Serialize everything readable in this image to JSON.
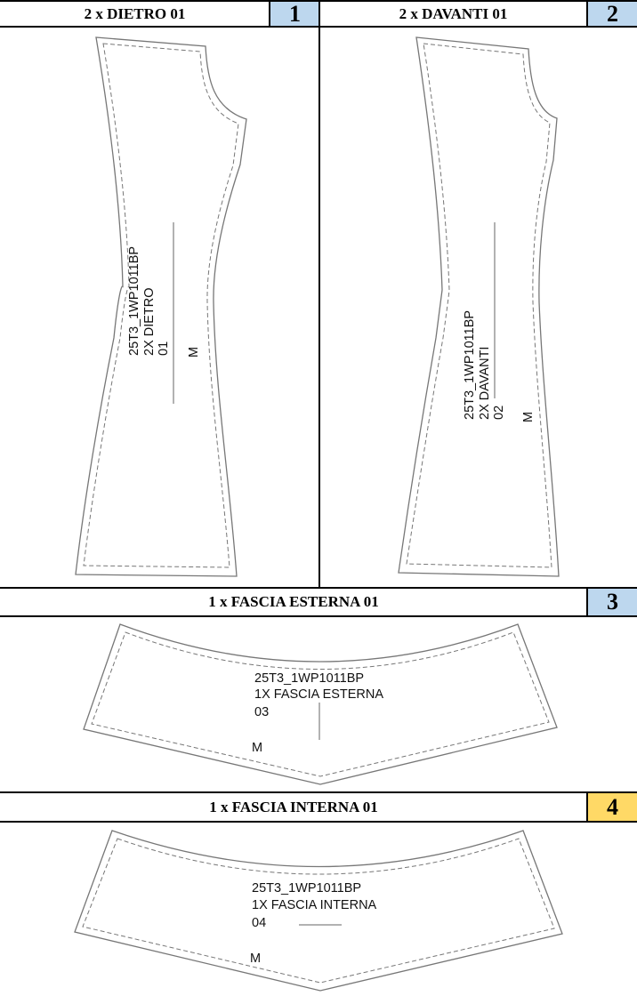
{
  "colors": {
    "badge_blue": "#bdd7ee",
    "badge_yellow": "#ffd966"
  },
  "sections": [
    {
      "title": "2 x DIETRO 01",
      "number": "1",
      "label_lines": [
        "25T3_1WP1011BP",
        "2X DIETRO",
        "01"
      ],
      "size": "M"
    },
    {
      "title": "2 x DAVANTI 01",
      "number": "2",
      "label_lines": [
        "25T3_1WP1011BP",
        "2X DAVANTI",
        "02"
      ],
      "size": "M"
    },
    {
      "title": "1 x FASCIA ESTERNA 01",
      "number": "3",
      "label_lines": [
        "25T3_1WP1011BP",
        "1X FASCIA ESTERNA",
        "03"
      ],
      "size": "M"
    },
    {
      "title": "1 x FASCIA INTERNA 01",
      "number": "4",
      "label_lines": [
        "25T3_1WP1011BP",
        "1X FASCIA INTERNA",
        "04"
      ],
      "size": "M"
    }
  ]
}
